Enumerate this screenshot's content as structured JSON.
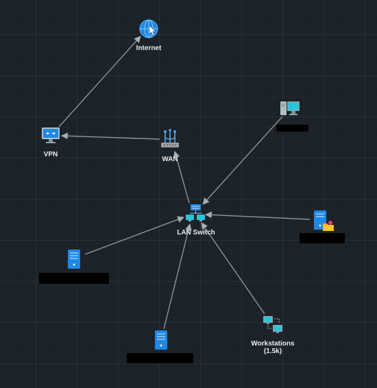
{
  "nodes": {
    "internet": {
      "label": "Internet",
      "icon": "globe-icon"
    },
    "vpn": {
      "label": "VPN",
      "icon": "vpn-monitor-icon"
    },
    "wan": {
      "label": "WAN",
      "icon": "router-icon"
    },
    "lan_switch": {
      "label": "LAN Switch",
      "icon": "switch-icon"
    },
    "workstations": {
      "label_line1": "Workstations",
      "label_line2": "(1.5k)",
      "icon": "workstations-icon"
    },
    "desktop": {
      "label": "",
      "icon": "desktop-computer-icon",
      "redacted": true
    },
    "file_server": {
      "label": "",
      "icon": "file-server-icon",
      "redacted": true
    },
    "server_left": {
      "label": "",
      "icon": "server-icon",
      "redacted": true
    },
    "server_bottom": {
      "label": "",
      "icon": "server-icon",
      "redacted": true
    }
  },
  "colors": {
    "background": "#1c2229",
    "link": "#9aa0a6",
    "accent": "#1e88e5",
    "label": "#e8eaee"
  }
}
